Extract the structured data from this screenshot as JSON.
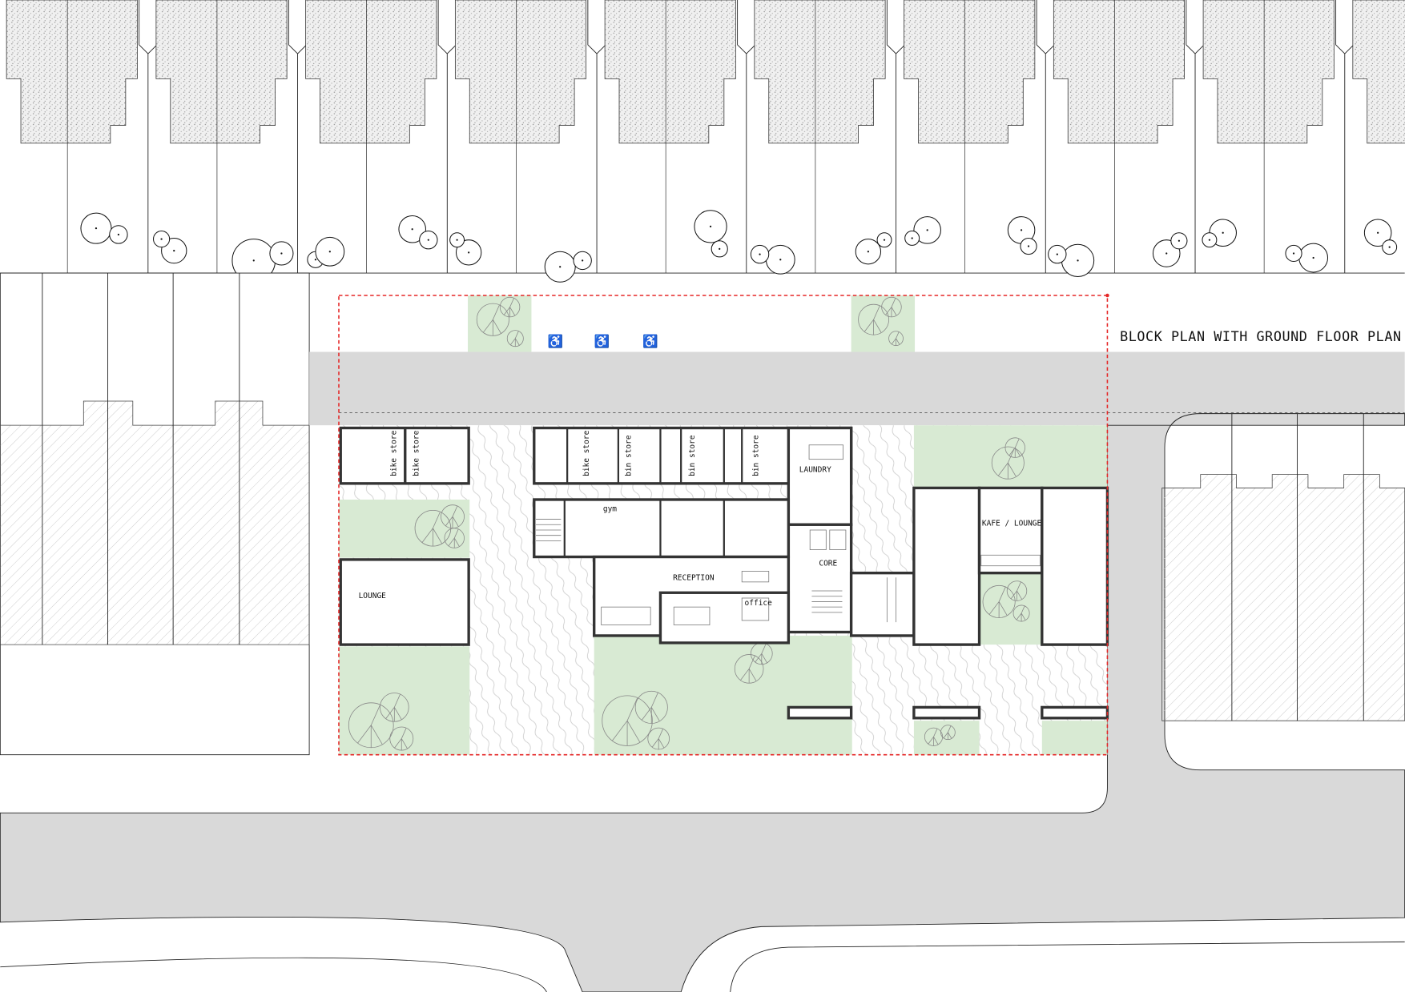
{
  "title": "BLOCK PLAN WITH GROUND FLOOR PLAN",
  "rooms": {
    "bike_store_1": "bike store",
    "bike_store_2": "bike store",
    "bike_store_3": "bike store",
    "bin_store_1": "bin store",
    "bin_store_2": "bin store",
    "bin_store_3": "bin store",
    "laundry": "LAUNDRY",
    "gym": "gym",
    "reception": "RECEPTION",
    "office": "office",
    "core": "CORE",
    "kafe_lounge": "KAFE / LOUNGE",
    "lounge": "LOUNGE"
  },
  "colors": {
    "site_boundary": "#e52626",
    "landscape": "#d8ead3",
    "road": "#d9d9d9"
  }
}
